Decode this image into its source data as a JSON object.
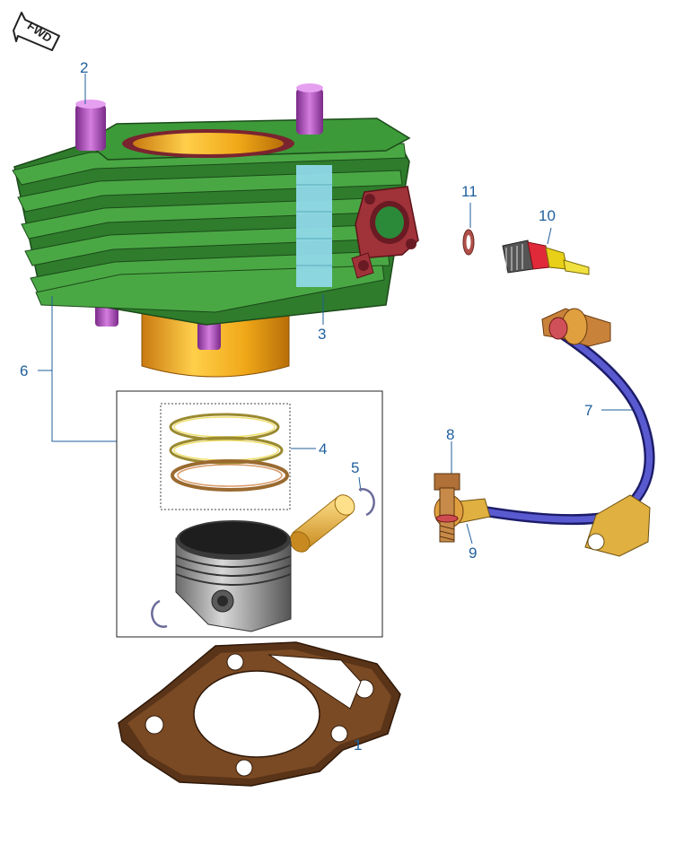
{
  "fwd_label": "FWD",
  "callouts": [
    {
      "id": "c1",
      "text": "1"
    },
    {
      "id": "c2",
      "text": "2"
    },
    {
      "id": "c3",
      "text": "3"
    },
    {
      "id": "c4",
      "text": "4"
    },
    {
      "id": "c5",
      "text": "5"
    },
    {
      "id": "c6",
      "text": "6"
    },
    {
      "id": "c7",
      "text": "7"
    },
    {
      "id": "c8",
      "text": "8"
    },
    {
      "id": "c9",
      "text": "9"
    },
    {
      "id": "c10",
      "text": "10"
    },
    {
      "id": "c11",
      "text": "11"
    }
  ],
  "colors": {
    "label": "#1f5f9b",
    "cylinder_fins": "#3f9a3a",
    "cylinder_bore": "#f0a818",
    "stud": "#b04ab8",
    "dowel": "#8fd8e8",
    "flange": "#a0323a",
    "gasket": "#5a3418",
    "oil_pipe": "#4040b8",
    "banjo_brass": "#e0a040",
    "piston": "#8e8e8e"
  }
}
